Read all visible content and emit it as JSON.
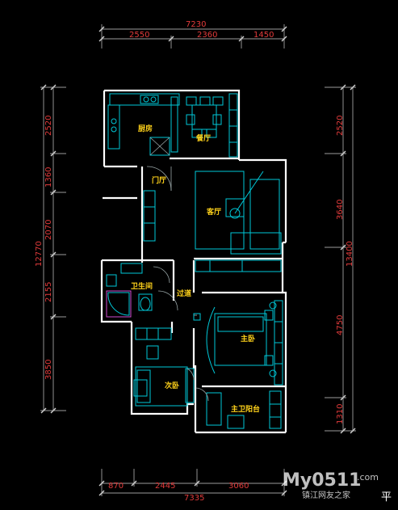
{
  "dimensions": {
    "top_total": "7230",
    "top_segments": [
      "2550",
      "2360",
      "1450"
    ],
    "bottom_total": "7335",
    "bottom_segments": [
      "870",
      "2445",
      "3060"
    ],
    "left_total": "12770",
    "left_segments": [
      "2520",
      "1360",
      "2070",
      "2155",
      "3850"
    ],
    "right_total": "13400",
    "right_segments": [
      "2520",
      "3640",
      "4750",
      "1310"
    ]
  },
  "rooms": {
    "kitchen": "厨房",
    "dining": "餐厅",
    "entrance": "门厅",
    "living": "客厅",
    "bathroom": "卫生间",
    "corridor": "过道",
    "master_bedroom": "主卧",
    "second_bedroom": "次卧",
    "master_bathroom": "主卫阳台"
  },
  "watermark": {
    "brand": "My0511",
    "domain": ".com",
    "tagline": "镇江网友之家"
  },
  "title_fragment": "平",
  "colors": {
    "background": "#000000",
    "wall": "#ffffff",
    "furniture": "#00c8d8",
    "dimension_text": "#e23b3b",
    "room_label": "#ffd21a"
  }
}
